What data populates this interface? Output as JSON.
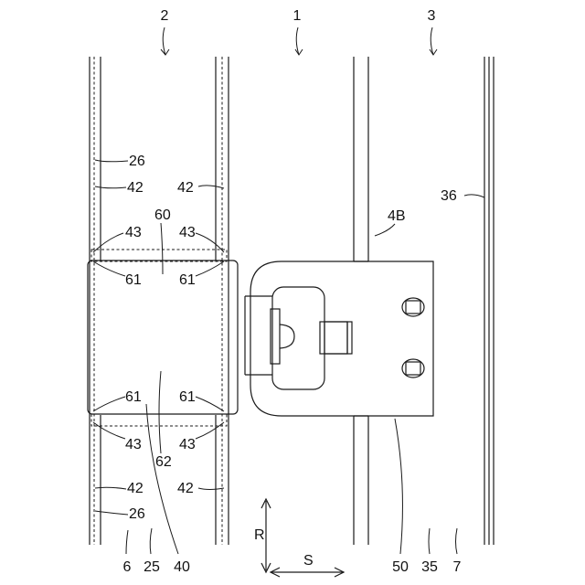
{
  "labels": {
    "l2": "2",
    "l1": "1",
    "l3": "3",
    "l26a": "26",
    "l42a": "42",
    "l42b": "42",
    "l36": "36",
    "l60": "60",
    "l4b": "4B",
    "l43a": "43",
    "l43b": "43",
    "l61a": "61",
    "l61b": "61",
    "l61c": "61",
    "l61d": "61",
    "l43c": "43",
    "l43d": "43",
    "l62": "62",
    "l42c": "42",
    "l42d": "42",
    "l26b": "26",
    "lR": "R",
    "lS": "S",
    "l6": "6",
    "l25": "25",
    "l40": "40",
    "l50": "50",
    "l35": "35",
    "l7": "7"
  }
}
